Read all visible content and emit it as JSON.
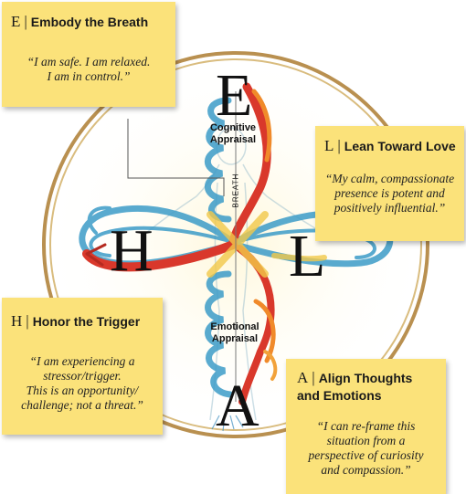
{
  "cards": {
    "e": {
      "letter": "E",
      "sep": "|",
      "title": "Embody the Breath",
      "quote_lines": [
        "“I am safe. I am relaxed.",
        "I am in control.”"
      ]
    },
    "l": {
      "letter": "L",
      "sep": "|",
      "title": "Lean Toward Love",
      "quote_lines": [
        "“My calm, compassionate",
        "presence is potent and",
        "positively influential.”"
      ]
    },
    "h": {
      "letter": "H",
      "sep": "|",
      "title": "Honor the Trigger",
      "quote_lines": [
        "“I am experiencing a",
        "stressor/trigger.",
        "This is an opportunity/",
        "challenge; not a threat.”"
      ]
    },
    "a": {
      "letter": "A",
      "sep": "|",
      "title_lines": [
        "Align Thoughts",
        "and Emotions"
      ],
      "quote_lines": [
        "“I can re-frame this",
        "situation from a",
        "perspective of curiosity",
        "and compassion.”"
      ]
    }
  },
  "big_letters": {
    "top": "E",
    "left": "H",
    "right": "L",
    "bottom": "A"
  },
  "labels": {
    "cognitive": [
      "Cognitive",
      "Appraisal"
    ],
    "emotional": [
      "Emotional",
      "Appraisal"
    ],
    "breath": "BREATH"
  },
  "colors": {
    "note": "#fbe27a",
    "ring": "#c09a52",
    "blue": "#3d9cc8",
    "red": "#d9382b",
    "orange": "#f08a2a",
    "yellow": "#f2c94a"
  }
}
